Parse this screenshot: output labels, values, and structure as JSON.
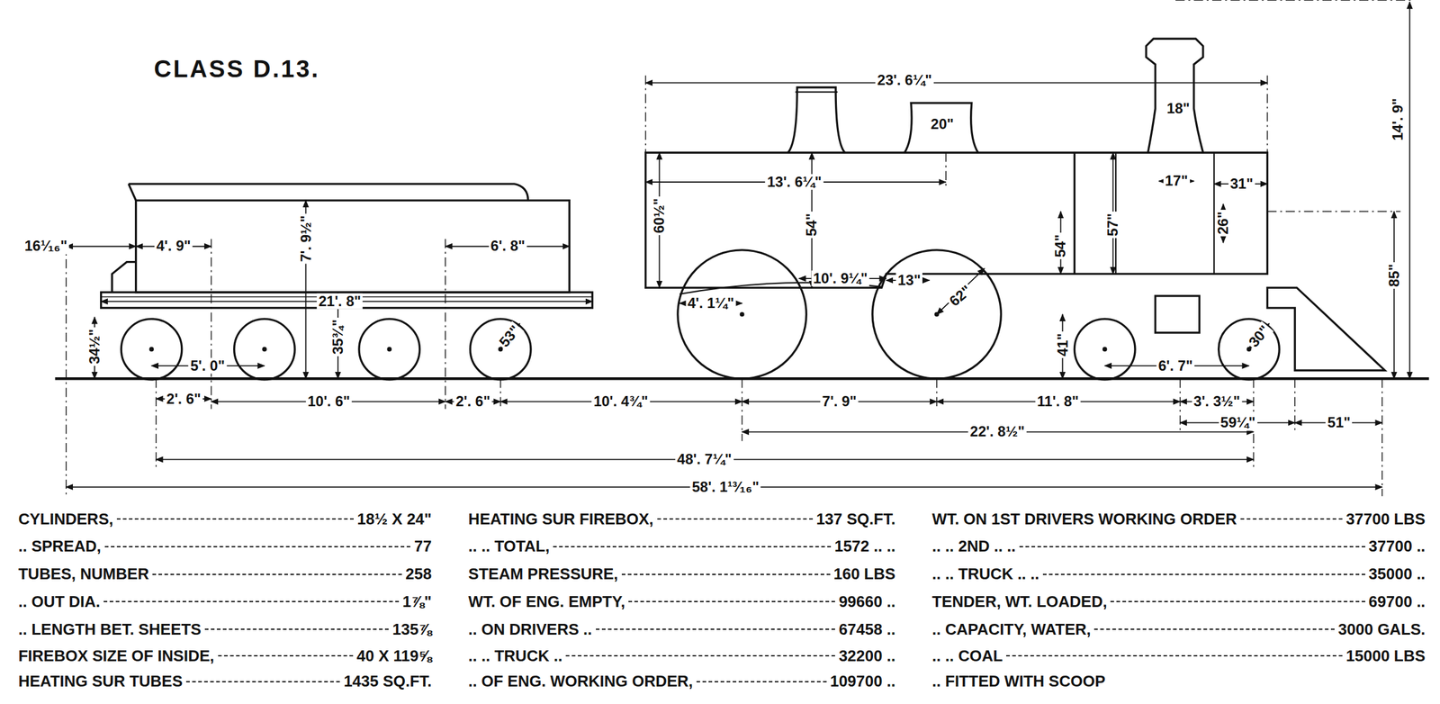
{
  "diagram": {
    "title": "CLASS D.13.",
    "labels": [
      "23'. 6¼\"",
      "18\"",
      "14'. 9\"",
      "20\"",
      "13'. 6¼\"",
      "17\"",
      "31\"",
      "60½\"",
      "54\"",
      "57\"",
      "26\"",
      "54\"",
      "85\"",
      "10'. 9¼\"",
      "13\"",
      "62\"",
      "4'. 1¼\"",
      "41\"",
      "30\"",
      "6'. 7\"",
      "16¹⁄₁₆\"",
      "4'. 9\"",
      "7'. 9½\"",
      "6'. 8\"",
      "21'. 8\"",
      "34½\"",
      "35¾\"",
      "53\"",
      "5'. 0\"",
      "2'. 6\"",
      "10'. 6\"",
      "2'. 6\"",
      "10'. 4¾\"",
      "7'. 9\"",
      "11'. 8\"",
      "3'. 3½\"",
      "59¼\"",
      "51\"",
      "22'. 8½\"",
      "48'. 7¼\"",
      "58'. 1¹³⁄₁₆\"",
      "CYLINDERS,",
      "18½ X 24\"",
      ".. SPREAD,",
      "77",
      "TUBES, NUMBER",
      "258",
      ".. OUT DIA.",
      "1⅞\"",
      ".. LENGTH BET. SHEETS",
      "135⅞",
      "FIREBOX SIZE OF INSIDE,",
      "40 X 119⅝",
      "HEATING SUR TUBES",
      "1435 SQ.FT.",
      "HEATING SUR FIREBOX,",
      "137 SQ.FT.",
      ".. .. TOTAL,",
      "1572 .. ..",
      "STEAM PRESSURE,",
      "160 LBS",
      "WT. OF ENG. EMPTY,",
      "99660 ..",
      ".. ON DRIVERS ..",
      "67458 ..",
      ".. .. TRUCK ..",
      "32200 ..",
      ".. OF ENG. WORKING ORDER,",
      "109700 ..",
      "WT. ON 1ST DRIVERS WORKING ORDER",
      "37700 LBS",
      ".. .. 2ND .. ..",
      "37700 ..",
      ".. .. TRUCK .. ..",
      "35000 ..",
      "TENDER, WT. LOADED,",
      "69700 ..",
      ".. CAPACITY, WATER,",
      "3000 GALS.",
      ".. .. COAL",
      "15000 LBS",
      ".. FITTED WITH SCOOP"
    ]
  }
}
